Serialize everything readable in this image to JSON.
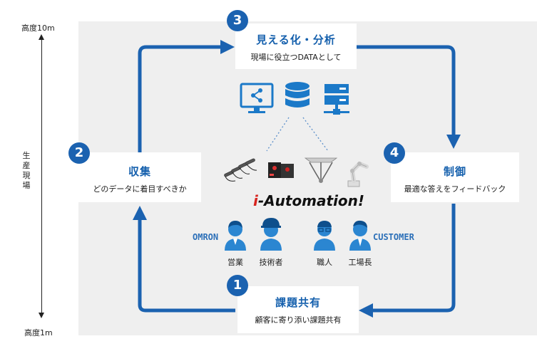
{
  "axis": {
    "top": "高度10m",
    "bottom": "高度1m",
    "middle": "生産現場"
  },
  "steps": [
    {
      "number": "1",
      "title": "課題共有",
      "subtitle": "顧客に寄り添い課題共有"
    },
    {
      "number": "2",
      "title": "収集",
      "subtitle": "どのデータに着目すべきか"
    },
    {
      "number": "3",
      "title": "見える化・分析",
      "subtitle": "現場に役立つDATAとして"
    },
    {
      "number": "4",
      "title": "制御",
      "subtitle": "最適な答えをフィードバック"
    }
  ],
  "logo": {
    "prefix": "i",
    "text": "-Automation!"
  },
  "groups": {
    "left": "OMRON",
    "right": "CUSTOMER"
  },
  "people": [
    {
      "label": "営業",
      "icon": "sales-person-icon"
    },
    {
      "label": "技術者",
      "icon": "engineer-hardhat-icon"
    },
    {
      "label": "職人",
      "icon": "craftsman-glasses-icon"
    },
    {
      "label": "工場長",
      "icon": "factory-manager-icon"
    }
  ],
  "icons": [
    "monitor-share-icon",
    "database-icon",
    "server-network-icon",
    "sensors-icon",
    "photoelectric-sensor-icon",
    "parallel-robot-icon",
    "robot-arm-icon"
  ],
  "colors": {
    "accent": "#1b62b0",
    "title": "#1560ad",
    "panel": "#efefef",
    "logo_i": "#d7241f"
  }
}
